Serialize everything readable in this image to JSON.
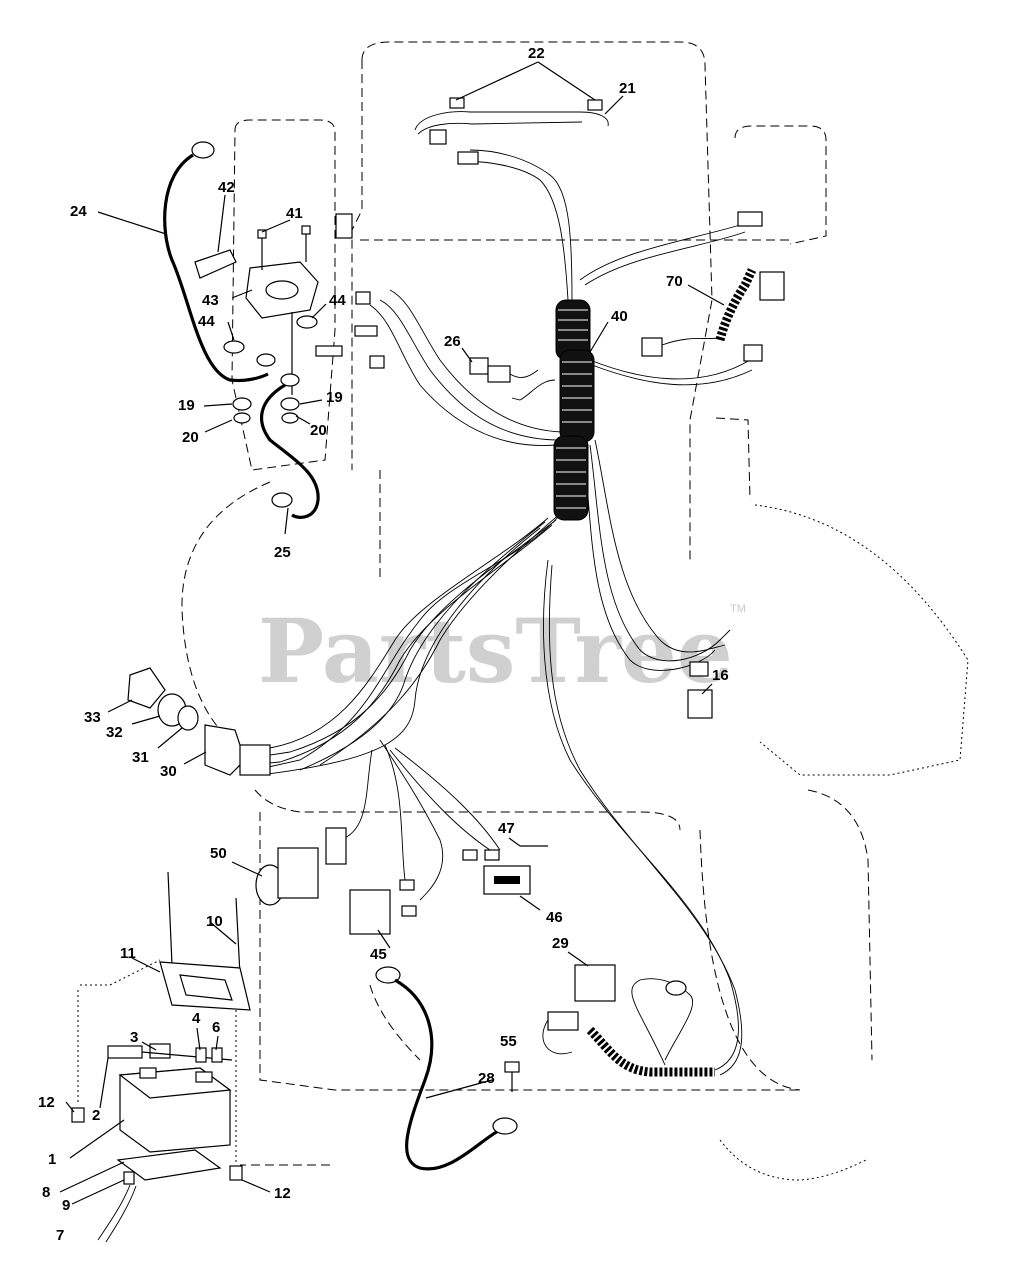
{
  "watermark": {
    "text": "PartsTree",
    "tm": "TM"
  },
  "callouts": [
    {
      "id": "c22",
      "label": "22"
    },
    {
      "id": "c21",
      "label": "21"
    },
    {
      "id": "c24",
      "label": "24"
    },
    {
      "id": "c42",
      "label": "42"
    },
    {
      "id": "c41",
      "label": "41"
    },
    {
      "id": "c43",
      "label": "43"
    },
    {
      "id": "c44a",
      "label": "44"
    },
    {
      "id": "c44b",
      "label": "44"
    },
    {
      "id": "c70",
      "label": "70"
    },
    {
      "id": "c40",
      "label": "40"
    },
    {
      "id": "c26",
      "label": "26"
    },
    {
      "id": "c19a",
      "label": "19"
    },
    {
      "id": "c19b",
      "label": "19"
    },
    {
      "id": "c20a",
      "label": "20"
    },
    {
      "id": "c20b",
      "label": "20"
    },
    {
      "id": "c25",
      "label": "25"
    },
    {
      "id": "c16",
      "label": "16"
    },
    {
      "id": "c33",
      "label": "33"
    },
    {
      "id": "c32",
      "label": "32"
    },
    {
      "id": "c31",
      "label": "31"
    },
    {
      "id": "c30",
      "label": "30"
    },
    {
      "id": "c47",
      "label": "47"
    },
    {
      "id": "c50",
      "label": "50"
    },
    {
      "id": "c46",
      "label": "46"
    },
    {
      "id": "c10",
      "label": "10"
    },
    {
      "id": "c45",
      "label": "45"
    },
    {
      "id": "c29",
      "label": "29"
    },
    {
      "id": "c11",
      "label": "11"
    },
    {
      "id": "c3",
      "label": "3"
    },
    {
      "id": "c4",
      "label": "4"
    },
    {
      "id": "c6",
      "label": "6"
    },
    {
      "id": "c55",
      "label": "55"
    },
    {
      "id": "c28",
      "label": "28"
    },
    {
      "id": "c12a",
      "label": "12"
    },
    {
      "id": "c2",
      "label": "2"
    },
    {
      "id": "c1",
      "label": "1"
    },
    {
      "id": "c8",
      "label": "8"
    },
    {
      "id": "c9",
      "label": "9"
    },
    {
      "id": "c12b",
      "label": "12"
    },
    {
      "id": "c7",
      "label": "7"
    }
  ]
}
